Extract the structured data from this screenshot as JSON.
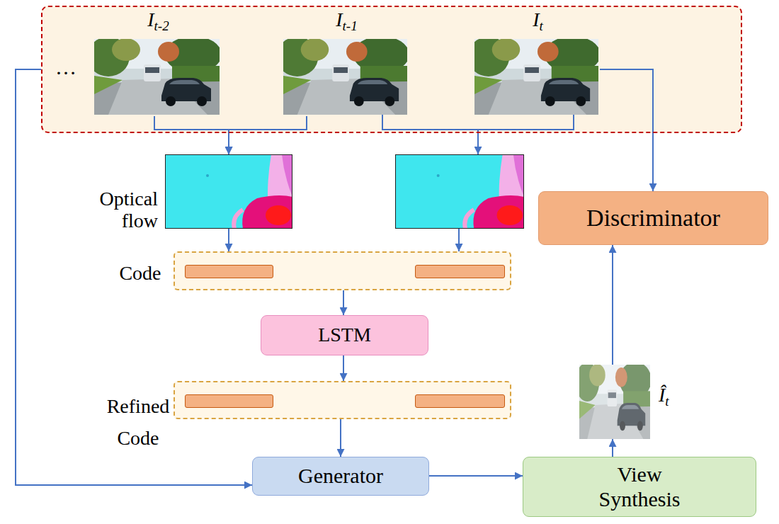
{
  "diagram": {
    "nodes": [
      {
        "text": [
          "…"
        ]
      },
      {
        "text": [
          "It-2"
        ],
        "in": 0
      },
      {
        "text": [
          "It-1"
        ],
        "in": 0
      },
      {
        "text": [
          "It"
        ],
        "in": 0
      },
      {
        "text": [
          "Optical flow"
        ]
      },
      {
        "text": [
          "Code"
        ]
      },
      {
        "text": [
          "LSTM"
        ]
      },
      {
        "text": [
          "Refined Code"
        ]
      },
      {
        "text": [
          "Generator"
        ]
      },
      {
        "text": [
          "View Synthesis"
        ]
      },
      {
        "text": [
          "Ît"
        ]
      },
      {
        "text": [
          "Discriminator"
        ]
      }
    ],
    "edges": [
      {
        "from": 1,
        "to": 4,
        "arrow": "to"
      },
      {
        "from": 2,
        "to": 4,
        "arrow": "to"
      },
      {
        "from": 4,
        "to": 5,
        "arrow": "to"
      },
      {
        "from": 5,
        "to": 6,
        "arrow": "to"
      },
      {
        "from": 6,
        "to": 7,
        "arrow": "to"
      },
      {
        "from": 7,
        "to": 8,
        "arrow": "to"
      },
      {
        "from": 0,
        "to": 8,
        "arrow": "to"
      },
      {
        "from": 8,
        "to": 9,
        "arrow": "to"
      },
      {
        "from": 9,
        "to": 10,
        "arrow": "to"
      },
      {
        "from": 10,
        "to": 11,
        "arrow": "to"
      },
      {
        "from": 3,
        "to": 11,
        "arrow": "to"
      }
    ]
  }
}
